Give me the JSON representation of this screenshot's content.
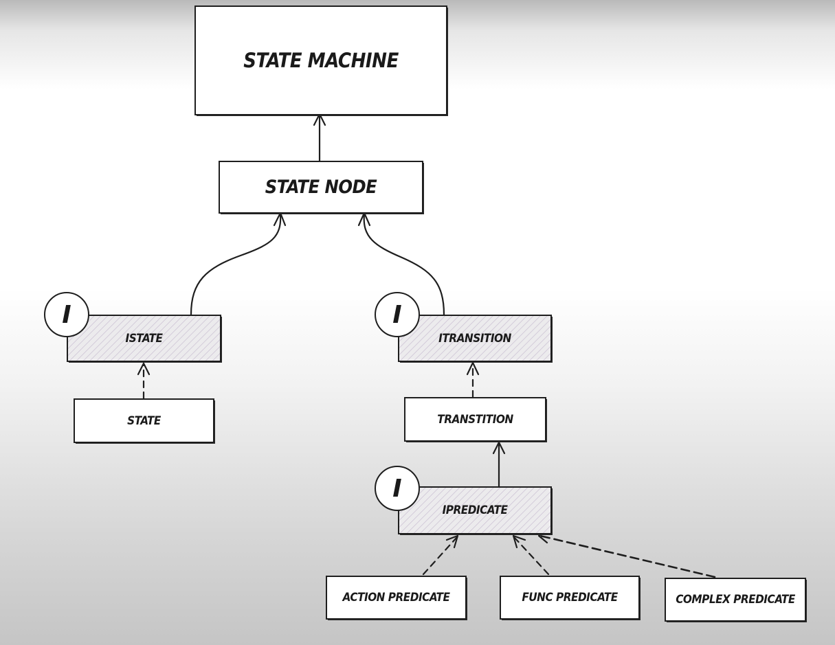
{
  "diagram": {
    "nodes": {
      "state_machine": "STATE MACHINE",
      "state_node": "STATE NODE",
      "istate": "ISTATE",
      "state": "STATE",
      "itransition": "ITRANSITION",
      "transition": "TRANSTITION",
      "ipredicate": "IPREDICATE",
      "action_predicate": "ACTION PREDICATE",
      "func_predicate": "FUNC PREDICATE",
      "complex_predicate": "COMPLEX PREDICATE"
    },
    "interface_badge": "I",
    "edges": [
      {
        "from": "state_node",
        "to": "state_machine",
        "style": "solid"
      },
      {
        "from": "istate",
        "to": "state_node",
        "style": "solid"
      },
      {
        "from": "itransition",
        "to": "state_node",
        "style": "solid"
      },
      {
        "from": "state",
        "to": "istate",
        "style": "dashed"
      },
      {
        "from": "transition",
        "to": "itransition",
        "style": "dashed"
      },
      {
        "from": "ipredicate",
        "to": "transition",
        "style": "solid"
      },
      {
        "from": "action_predicate",
        "to": "ipredicate",
        "style": "dashed"
      },
      {
        "from": "func_predicate",
        "to": "ipredicate",
        "style": "dashed"
      },
      {
        "from": "complex_predicate",
        "to": "ipredicate",
        "style": "dashed"
      }
    ],
    "colors": {
      "stroke": "#1e1e1e",
      "interface_fill": "#ecebed",
      "hatch": "#aa96b9"
    }
  }
}
